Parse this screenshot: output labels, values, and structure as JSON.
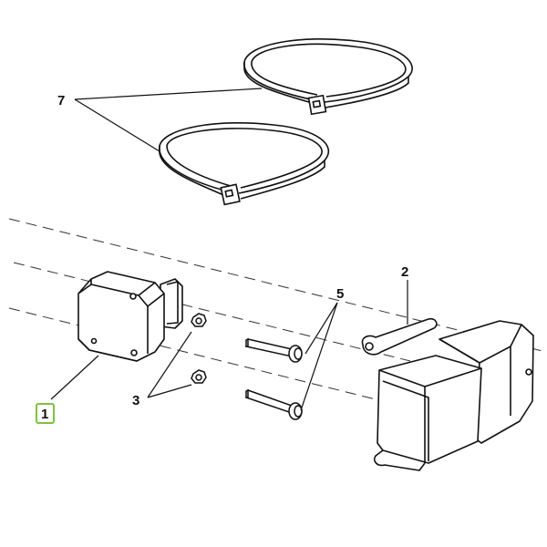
{
  "diagram": {
    "callouts": {
      "part_1": "1",
      "part_2": "2",
      "part_3": "3",
      "part_5": "5",
      "part_7": "7"
    },
    "colors": {
      "line": "#111111",
      "highlight_box": "#7dc242",
      "fill": "#ffffff"
    },
    "icons": [
      "cable-tie-icon",
      "sensor-housing-icon",
      "nut-icon",
      "bolt-icon",
      "bracket-cover-icon"
    ]
  }
}
